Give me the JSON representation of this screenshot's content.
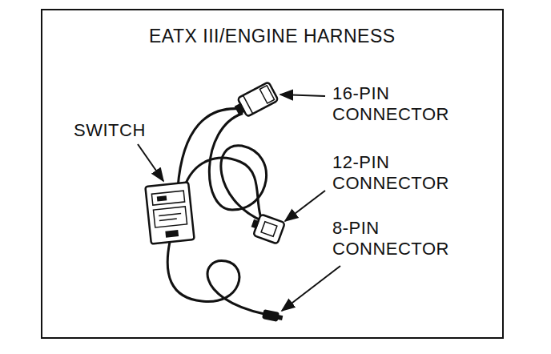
{
  "diagram": {
    "title": "EATX III/ENGINE HARNESS",
    "labels": [
      "SWITCH",
      "16-PIN CONNECTOR",
      "12-PIN CONNECTOR",
      "8-PIN CONNECTOR"
    ]
  }
}
